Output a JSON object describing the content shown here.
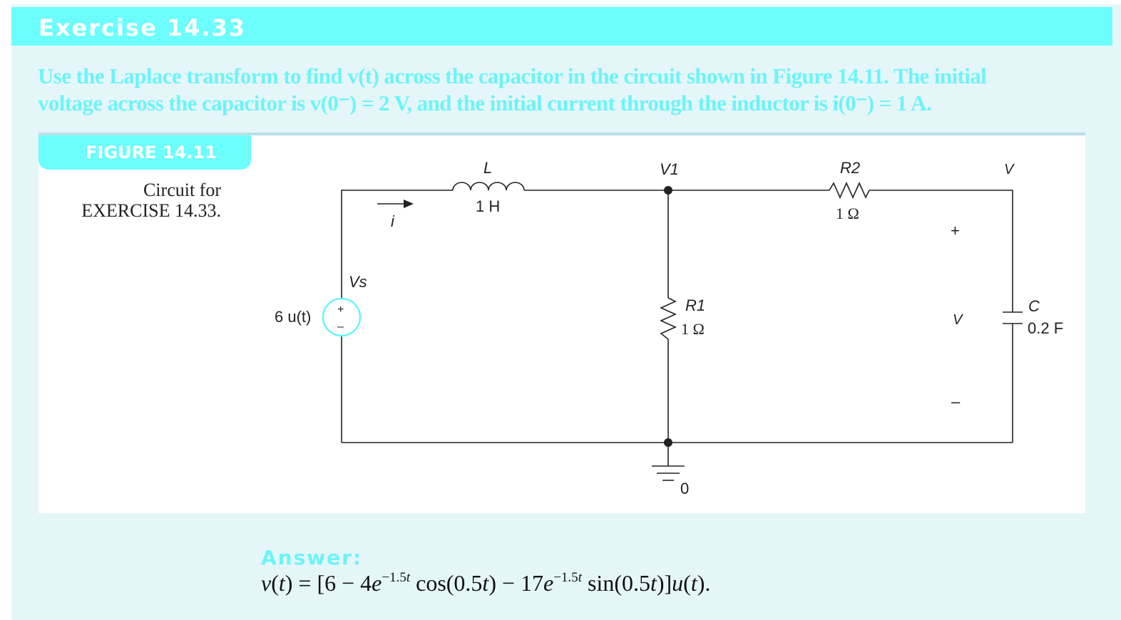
{
  "exercise": {
    "title": "Exercise 14.33",
    "problem_line1": "Use the Laplace transform to find v(t) across the capacitor in the circuit shown in Figure 14.11. The initial",
    "problem_line2": "voltage across the capacitor is v(0⁻) = 2 V, and the initial current through the inductor is i(0⁻) = 1 A."
  },
  "figure": {
    "label": "FIGURE 14.11",
    "caption_line1": "Circuit for",
    "caption_line2": "EXERCISE 14.33.",
    "circuit": {
      "source_value": "6 u(t)",
      "source_label": "Vs",
      "current_label": "i",
      "inductor_name": "L",
      "inductor_value": "1 H",
      "node1_label": "V1",
      "r2_name": "R2",
      "r2_value": "1 Ω",
      "node_v_label": "V",
      "r1_name": "R1",
      "r1_value": "1 Ω",
      "cap_name": "C",
      "cap_value": "0.2 F",
      "v_plus": "+",
      "v_label": "V",
      "v_minus": "–",
      "ground_label": "0",
      "source_plus": "+",
      "source_minus": "–"
    }
  },
  "answer": {
    "label": "Answer:",
    "formula": "v(t) = [6 − 4e^(−1.5t) cos(0.5t) − 17e^(−1.5t) sin(0.5t)]u(t)."
  },
  "colors": {
    "accent_cyan": "#6cfdfd",
    "problem_text": "#6cf4f8",
    "panel_bg": "#e5f6f8"
  }
}
